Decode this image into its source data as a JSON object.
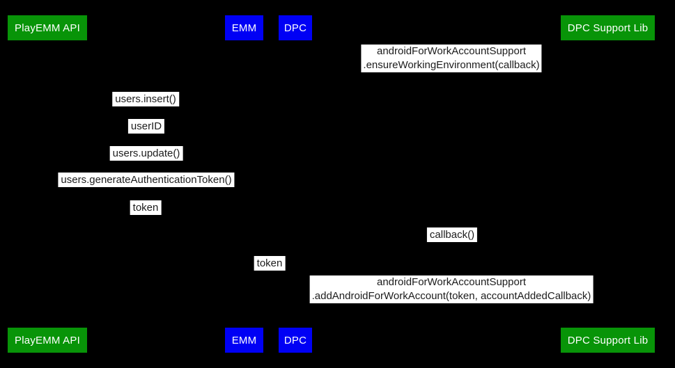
{
  "diagram": {
    "type": "sequence-diagram",
    "colors": {
      "background": "#000000",
      "actor_green": "#089408",
      "actor_blue": "#0000f5",
      "actor_text": "#ffffff",
      "message_bg": "#ffffff",
      "message_text": "#1c1c1c"
    }
  },
  "actors": {
    "playemm_api": {
      "label": "PlayEMM API",
      "color": "#089408"
    },
    "emm": {
      "label": "EMM",
      "color": "#0000f5"
    },
    "dpc": {
      "label": "DPC",
      "color": "#0000f5"
    },
    "dpc_support_lib": {
      "label": "DPC Support Lib",
      "color": "#089408"
    }
  },
  "messages": {
    "ensure_working_environment": {
      "line1": "androidForWorkAccountSupport",
      "line2": ".ensureWorkingEnvironment(callback)"
    },
    "users_insert": {
      "label": "users.insert()"
    },
    "user_id": {
      "label": "userID"
    },
    "users_update": {
      "label": "users.update()"
    },
    "generate_auth_token": {
      "label": "users.generateAuthenticationToken()"
    },
    "token_response": {
      "label": "token"
    },
    "callback": {
      "label": "callback()"
    },
    "token_forward": {
      "label": "token"
    },
    "add_android_for_work_account": {
      "line1": "androidForWorkAccountSupport",
      "line2": ".addAndroidForWorkAccount(token, accountAddedCallback)"
    }
  }
}
